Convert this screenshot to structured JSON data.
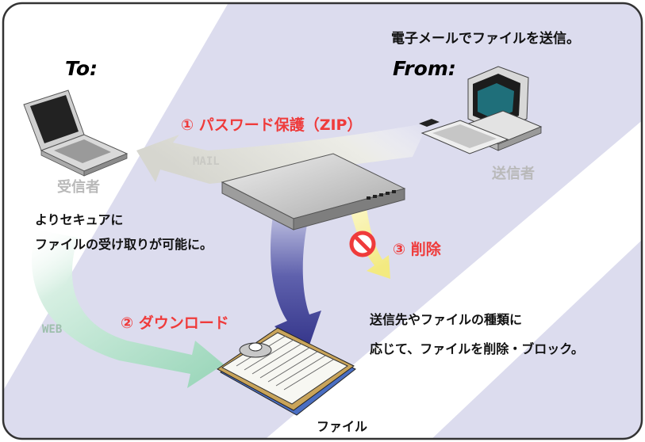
{
  "title": "電子メールでファイルを送信。",
  "to_label": "To:",
  "from_label": "From:",
  "step1_label": "① パスワード保護（ZIP）",
  "mail_label": "MAIL",
  "recipient_label": "受信者",
  "sender_label": "送信者",
  "secure_text": [
    "よりセキュアに",
    "ファイルの受け取りが可能に。"
  ],
  "step3_label": "③ 削除",
  "step2_label": "② ダウンロード",
  "web_label": "WEB",
  "block_text": [
    "送信先やファイルの種類に",
    "応じて、ファイルを削除・ブロック。"
  ],
  "file_label": "ファイル",
  "colors": {
    "step_red": "#ef3b3b",
    "stripe": "#dcdcee",
    "mail_arrow": "#d9d9d3",
    "web_arrow": "#a8d9c0",
    "file_arrow": "#3e3f96",
    "delete_arrow": "#f6ef93",
    "muted_gray": "#b9b9b9"
  },
  "icons": [
    "laptop-icon",
    "desktop-computer-icon",
    "server-appliance-icon",
    "clipboard-file-icon",
    "prohibited-icon"
  ]
}
